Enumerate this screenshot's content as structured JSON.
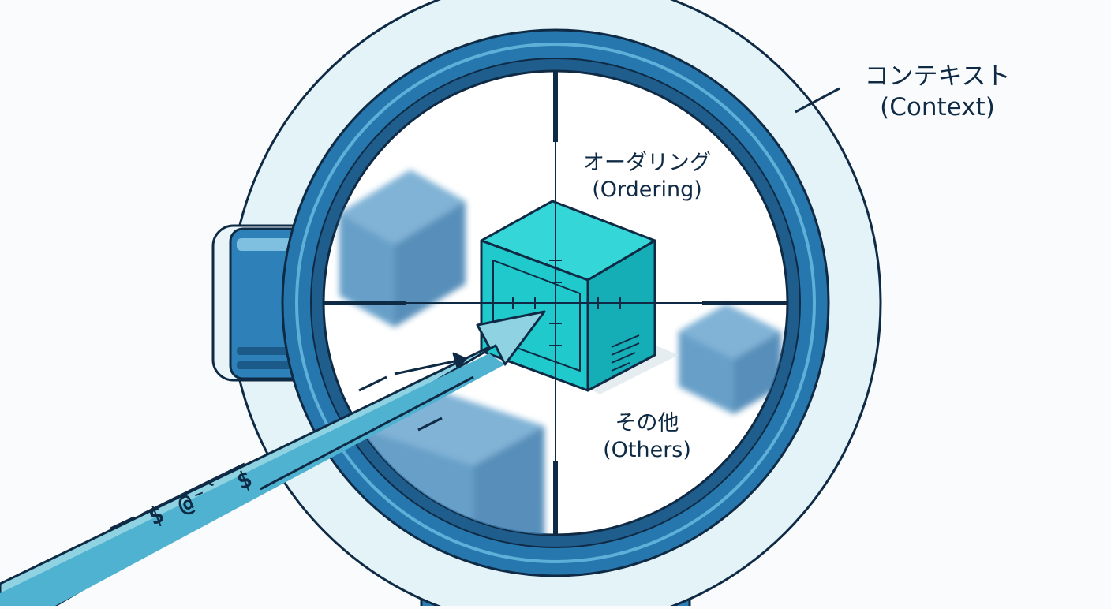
{
  "labels": {
    "context": {
      "jp": "コンテキスト",
      "en": "(Context)"
    },
    "ordering": {
      "jp": "オーダリング",
      "en": "(Ordering)"
    },
    "others": {
      "jp": "その他",
      "en": "(Others)"
    }
  },
  "arrow": {
    "symbols": "$ @⁻` $"
  },
  "colors": {
    "outline": "#0f2a44",
    "ring_light": "#e4f3f8",
    "lens_blue": "#2677ad",
    "lens_dark": "#1f5d8c",
    "cube_teal": "#1fc9cc",
    "cube_blur": "#3f86b8",
    "arrow_fill": "#8fd3e3"
  },
  "icons": [
    "magnifier-scope-icon",
    "focused-cube-icon",
    "blurred-cube-icon",
    "pointer-arrow-icon",
    "crosshair-icon"
  ]
}
